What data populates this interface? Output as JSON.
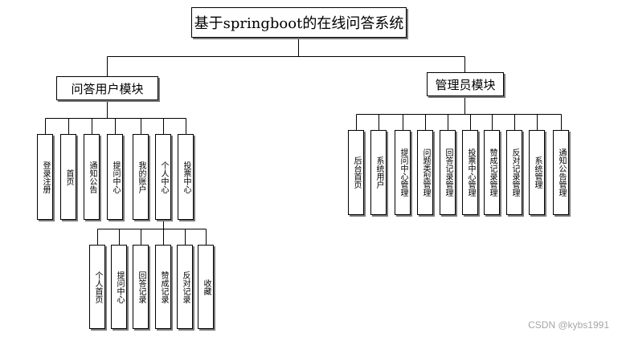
{
  "title": "基于springboot的在线问答系统",
  "user_module": {
    "label": "问答用户模块",
    "children": [
      "登录注册",
      "首页",
      "通知公告",
      "提问中心",
      "我的账户",
      "个人中心",
      "投票中心"
    ]
  },
  "personal_center": {
    "children": [
      "个人首页",
      "提问中心",
      "回答记录",
      "赞成记录",
      "反对记录",
      "收藏"
    ]
  },
  "admin_module": {
    "label": "管理员模块",
    "children": [
      "后台首页",
      "系统用户",
      "提问中心管理",
      "问题类型管理",
      "回答记录管理",
      "投票中心管理",
      "赞成记录管理",
      "反对记录管理",
      "系统管理",
      "通知公告管理"
    ]
  },
  "watermark": "CSDN @kybs1991"
}
